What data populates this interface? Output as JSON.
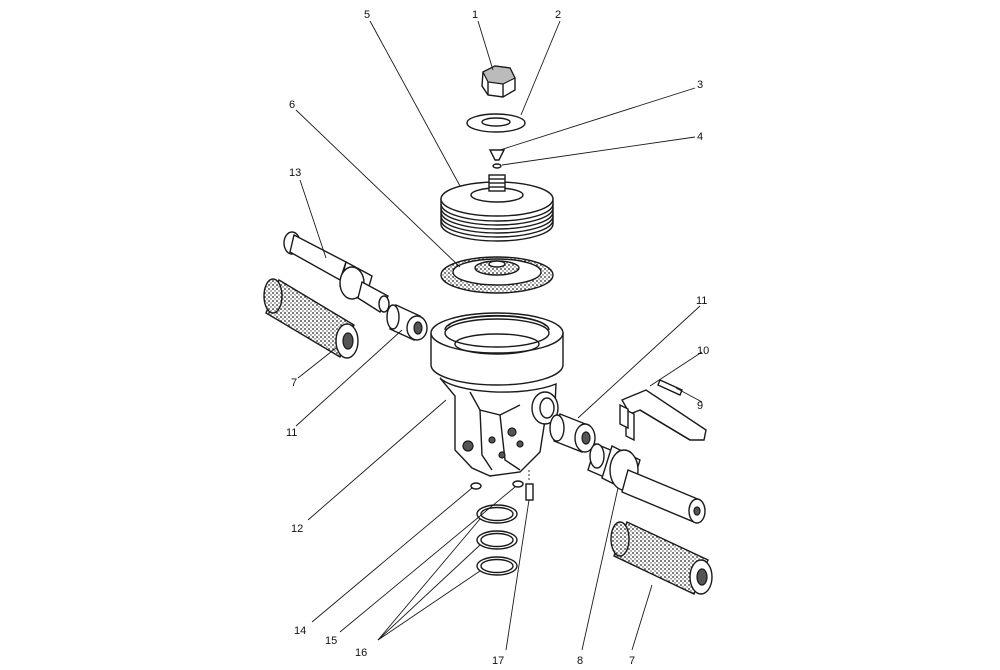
{
  "diagram": {
    "callouts": [
      {
        "id": "c1",
        "text": "1"
      },
      {
        "id": "c2",
        "text": "2"
      },
      {
        "id": "c3",
        "text": "3"
      },
      {
        "id": "c4",
        "text": "4"
      },
      {
        "id": "c5",
        "text": "5"
      },
      {
        "id": "c6",
        "text": "6"
      },
      {
        "id": "c13",
        "text": "13"
      },
      {
        "id": "c7a",
        "text": "7"
      },
      {
        "id": "c11a",
        "text": "11"
      },
      {
        "id": "c11b",
        "text": "11"
      },
      {
        "id": "c10",
        "text": "10"
      },
      {
        "id": "c9",
        "text": "9"
      },
      {
        "id": "c12",
        "text": "12"
      },
      {
        "id": "c14",
        "text": "14"
      },
      {
        "id": "c15",
        "text": "15"
      },
      {
        "id": "c16",
        "text": "16"
      },
      {
        "id": "c17",
        "text": "17"
      },
      {
        "id": "c8",
        "text": "8"
      },
      {
        "id": "c7b",
        "text": "7"
      }
    ]
  }
}
